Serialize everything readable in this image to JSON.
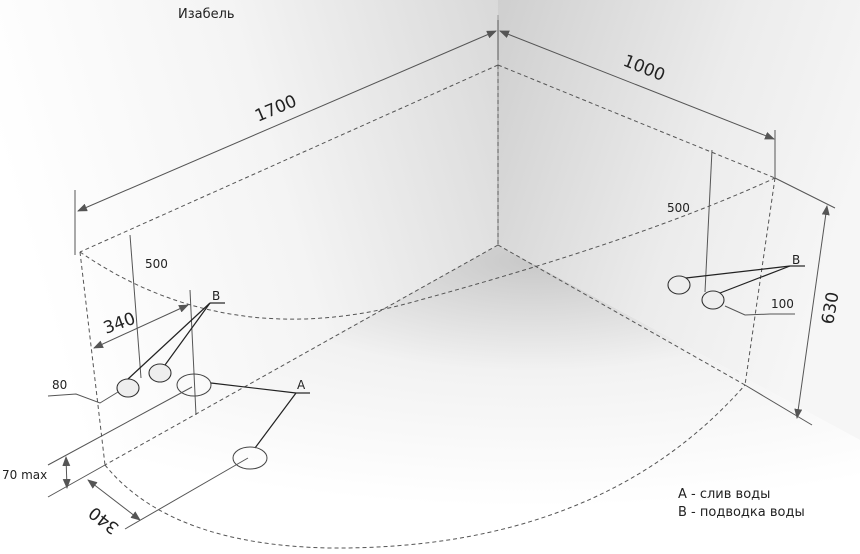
{
  "title": "Изабель",
  "dimensions": {
    "length_left": "1700",
    "length_right": "1000",
    "height_left": "500",
    "height_right": "500",
    "offset_top": "340",
    "offset_bottom": "340",
    "height_80": "80",
    "height_100": "100",
    "depth": "630",
    "rim": "70 max"
  },
  "markers": {
    "a": "A",
    "b_left": "B",
    "b_right": "B"
  },
  "legend": {
    "a": "A - слив воды",
    "b": "B - подводка воды"
  },
  "colors": {
    "wall": "#e6e6e6",
    "line": "#555555"
  }
}
